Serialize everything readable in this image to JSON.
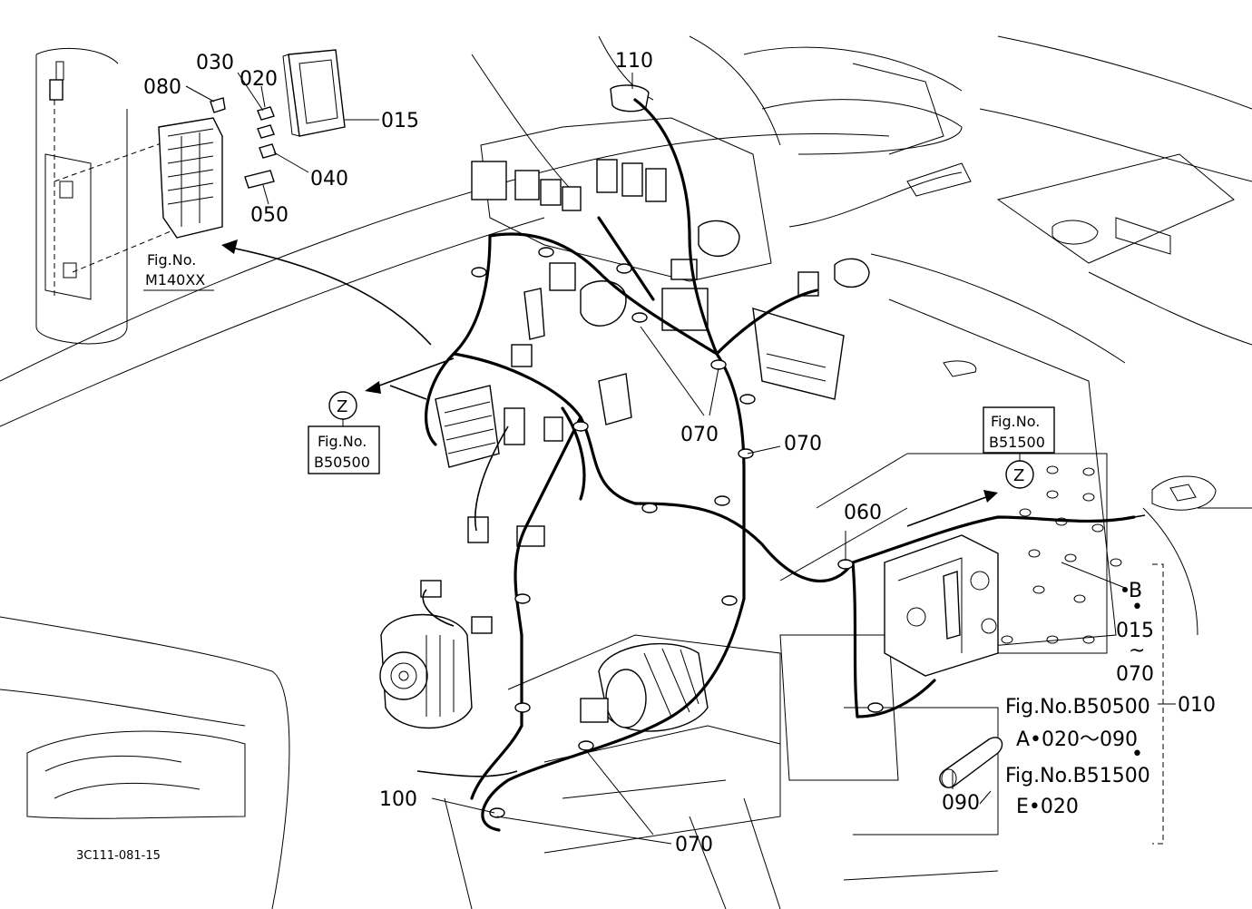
{
  "callouts": {
    "c110": "110",
    "c030": "030",
    "c020": "020",
    "c080": "080",
    "c015": "015",
    "c040": "040",
    "c050": "050",
    "c070a": "070",
    "c070b": "070",
    "c070c": "070",
    "c060": "060",
    "c100": "100",
    "c090": "090",
    "c010": "010"
  },
  "refs": {
    "m140_line1": "Fig.No.",
    "m140_line2": "M140XX",
    "b50500_z": "Z",
    "b50500_line1": "Fig.No.",
    "b50500_line2": "B50500",
    "b51500_z": "Z",
    "b51500_line1": "Fig.No.",
    "b51500_line2": "B51500"
  },
  "legend": {
    "b": "B",
    "dot1": "•",
    "r015": "015",
    "tilde": "~",
    "r070": "070",
    "fig1": "Fig.No.B50500",
    "a_range": "A•020～090",
    "dot2": "•",
    "fig2": "Fig.No.B51500",
    "e_item": "E•020"
  },
  "doc_number": "3C111-081-15"
}
